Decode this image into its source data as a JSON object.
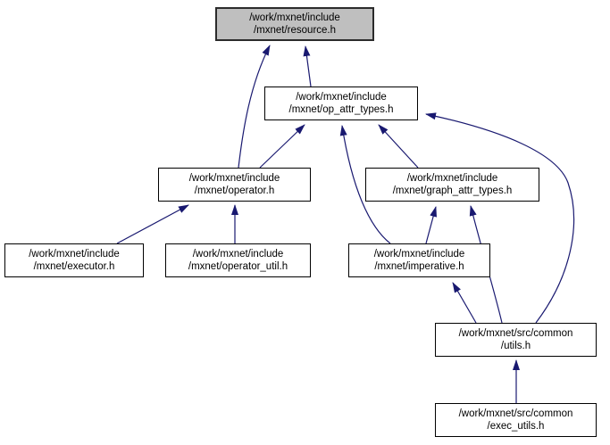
{
  "diagram": {
    "kind": "doxygen-included-by-dependency-graph",
    "colors": {
      "background": "#ffffff",
      "edge": "#191970",
      "node_fill": "#ffffff",
      "node_border": "#000000",
      "highlighted_node_fill": "#bfbfbf"
    },
    "nodes": {
      "resource": {
        "line1": "/work/mxnet/include",
        "line2": "/mxnet/resource.h",
        "highlighted": true
      },
      "op_attr_types": {
        "line1": "/work/mxnet/include",
        "line2": "/mxnet/op_attr_types.h",
        "highlighted": false
      },
      "operator": {
        "line1": "/work/mxnet/include",
        "line2": "/mxnet/operator.h",
        "highlighted": false
      },
      "graph_attr_types": {
        "line1": "/work/mxnet/include",
        "line2": "/mxnet/graph_attr_types.h",
        "highlighted": false
      },
      "executor": {
        "line1": "/work/mxnet/include",
        "line2": "/mxnet/executor.h",
        "highlighted": false
      },
      "operator_util": {
        "line1": "/work/mxnet/include",
        "line2": "/mxnet/operator_util.h",
        "highlighted": false
      },
      "imperative": {
        "line1": "/work/mxnet/include",
        "line2": "/mxnet/imperative.h",
        "highlighted": false
      },
      "utils": {
        "line1": "/work/mxnet/src/common",
        "line2": "/utils.h",
        "highlighted": false
      },
      "exec_utils": {
        "line1": "/work/mxnet/src/common",
        "line2": "/exec_utils.h",
        "highlighted": false
      }
    },
    "edges": [
      {
        "from": "op_attr_types",
        "to": "resource"
      },
      {
        "from": "operator",
        "to": "resource"
      },
      {
        "from": "operator",
        "to": "op_attr_types"
      },
      {
        "from": "graph_attr_types",
        "to": "op_attr_types"
      },
      {
        "from": "imperative",
        "to": "op_attr_types"
      },
      {
        "from": "utils",
        "to": "op_attr_types"
      },
      {
        "from": "executor",
        "to": "operator"
      },
      {
        "from": "operator_util",
        "to": "operator"
      },
      {
        "from": "imperative",
        "to": "graph_attr_types"
      },
      {
        "from": "utils",
        "to": "graph_attr_types"
      },
      {
        "from": "utils",
        "to": "imperative"
      },
      {
        "from": "exec_utils",
        "to": "utils"
      }
    ]
  }
}
